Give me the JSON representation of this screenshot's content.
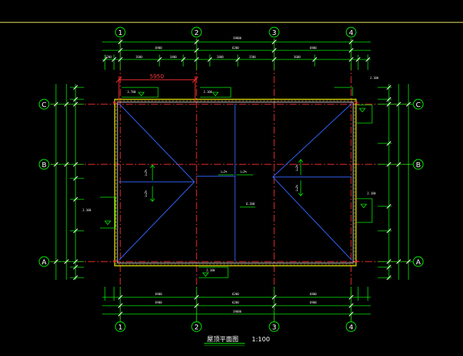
{
  "drawing": {
    "title": "屋顶平面图",
    "scale": "1:100",
    "highlight_dimension": "5950",
    "axis_labels_vertical": [
      "1",
      "2",
      "3",
      "4"
    ],
    "axis_labels_horizontal": [
      "A",
      "B",
      "C"
    ]
  },
  "colors": {
    "background": "#000000",
    "dimension": "#00ff00",
    "axis_line": "#ff3030",
    "outline": "#ffff00",
    "ridge": "#3366ff",
    "text": "#ffffff"
  },
  "elevation_tags": {
    "top_left": "3.700",
    "top_mid": "2.100",
    "bottom_mid": "2.100",
    "left_mid": "2.100",
    "right_top": "2.100",
    "right_mid": "2.100",
    "center": "6.200"
  }
}
